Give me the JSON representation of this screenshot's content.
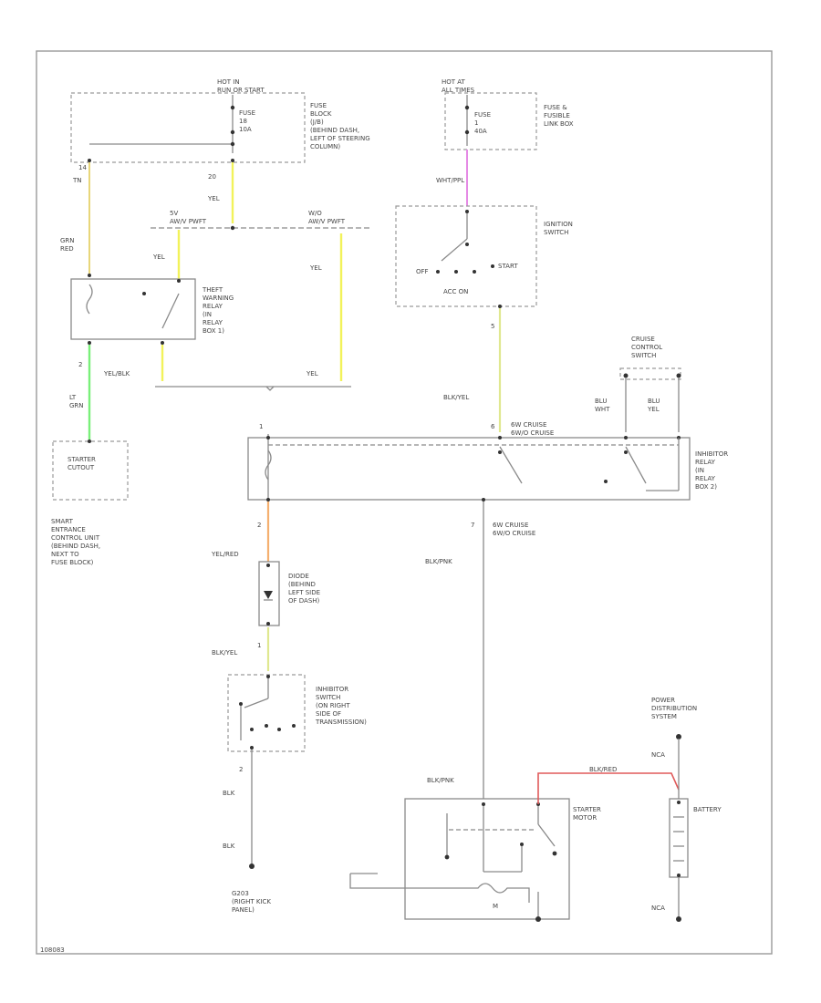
{
  "diagram": {
    "fuse_block": {
      "hot_label": "HOT IN\nRUN OR START",
      "fuse_label": "FUSE\n18\n10A",
      "desc": "FUSE\nBLOCK\n(J/B)\n(BEHIND DASH,\nLEFT OF STEERING\nCOLUMN)",
      "pin_a": "14",
      "pin_b": "20",
      "wire_a": "TN",
      "wire_b": "YEL"
    },
    "fusible_link": {
      "hot_label": "HOT AT\nALL TIMES",
      "fuse_label": "FUSE\n1\n40A",
      "desc": "FUSE &\nFUSIBLE\nLINK BOX",
      "wire": "WHT/PPL"
    },
    "theft_relay": {
      "desc": "THEFT\nWARNING\nRELAY\n(IN\nRELAY\nBOX 1)",
      "wire_yel": "YEL",
      "wire_yelblk": "YEL/BLK",
      "wire_grn_red": "GRN\nRED",
      "pin": "2",
      "wire_lt_grn": "LT\nGRN"
    },
    "splice": {
      "left": "5V\nAW/V PWFT",
      "right": "W/O\nAW/V PWFT",
      "wire_yel": "YEL"
    },
    "starter_cutout": {
      "label": "STARTER\nCUTOUT",
      "desc": "SMART\nENTRANCE\nCONTROL UNIT\n(BEHIND DASH,\nNEXT TO\nFUSE BLOCK)"
    },
    "ignition_switch": {
      "desc": "IGNITION\nSWITCH",
      "off": "OFF",
      "start": "START",
      "acc_on": "ACC  ON",
      "pin": "5",
      "wire": "BLK/YEL"
    },
    "cruise": {
      "desc": "CRUISE\nCONTROL\nSWITCH",
      "wire_a": "BLU\nWHT",
      "wire_b": "BLU\nYEL"
    },
    "inhibitor_relay": {
      "desc": "INHIBITOR\nRELAY\n(IN\nRELAY\nBOX 2)",
      "pin_top_left": "1",
      "pin_top_right": "6",
      "note_top": "6W CRUISE\n6W/O CRUISE",
      "pin_bottom_right": "7",
      "note_bottom": "6W CRUISE\n6W/O CRUISE",
      "wire_out": "BLK/PNK"
    },
    "diode": {
      "desc": "DIODE\n(BEHIND\nLEFT SIDE\nOF DASH)",
      "pin_top": "2",
      "pin_bottom": "1",
      "wire_top": "YEL/RED",
      "wire_bottom": "BLK/YEL"
    },
    "inhibitor_switch": {
      "desc": "INHIBITOR\nSWITCH\n(ON RIGHT\nSIDE OF\nTRANSMISSION)",
      "pin": "2",
      "wire_a": "BLK",
      "wire_b": "BLK",
      "ground": "G203\n(RIGHT KICK\nPANEL)"
    },
    "starter": {
      "desc": "STARTER\nMOTOR",
      "wire_in": "BLK/PNK",
      "wire_batt": "BLK/RED",
      "motor": "M"
    },
    "power": {
      "desc": "POWER\nDISTRIBUTION\nSYSTEM",
      "nca_top": "NCA",
      "battery": "BATTERY",
      "nca_bottom": "NCA"
    },
    "footer_code": "108083"
  }
}
